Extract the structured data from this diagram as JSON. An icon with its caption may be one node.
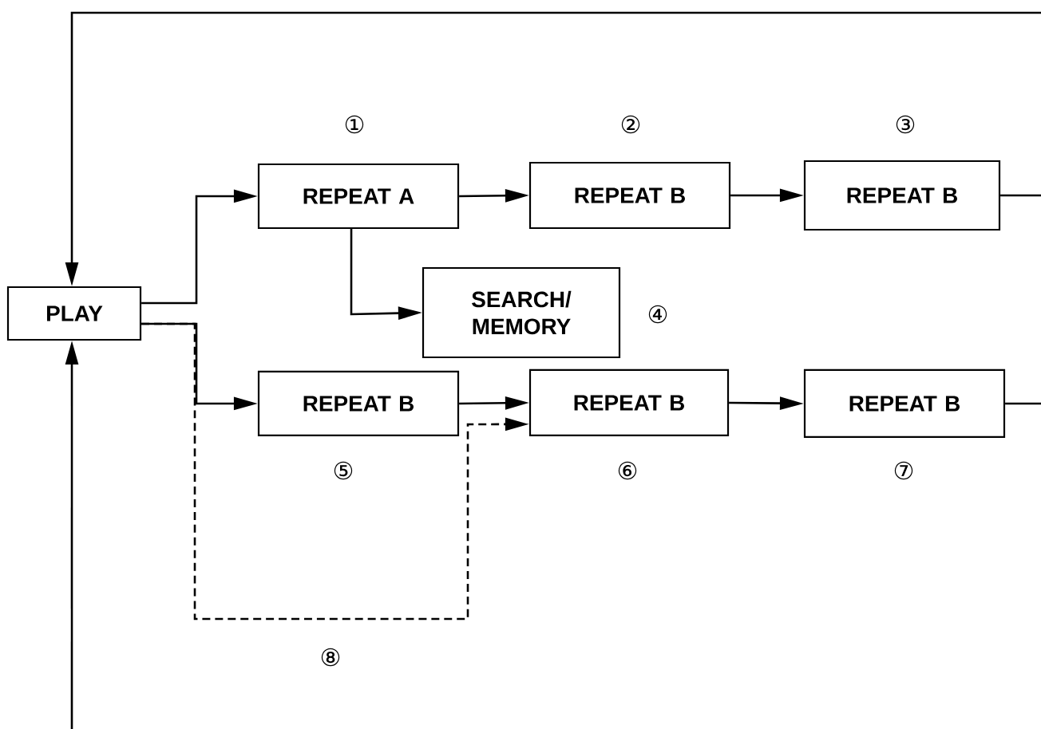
{
  "diagram": {
    "nodes": [
      {
        "text": [
          "PLAY"
        ]
      },
      {
        "text": [
          "REPEAT A"
        ],
        "beside": [
          "①"
        ]
      },
      {
        "text": [
          "REPEAT B"
        ],
        "beside": [
          "②"
        ]
      },
      {
        "text": [
          "REPEAT B"
        ],
        "beside": [
          "③"
        ]
      },
      {
        "text": [
          "SEARCH/ MEMORY"
        ],
        "beside": [
          "④"
        ]
      },
      {
        "text": [
          "REPEAT B"
        ],
        "beside": [
          "⑤"
        ]
      },
      {
        "text": [
          "REPEAT B"
        ],
        "beside": [
          "⑥"
        ]
      },
      {
        "text": [
          "REPEAT B"
        ],
        "beside": [
          "⑦"
        ]
      }
    ],
    "edges": [
      {
        "from": 0,
        "to": 1,
        "arrow": "to"
      },
      {
        "from": 1,
        "to": 2,
        "arrow": "to"
      },
      {
        "from": 2,
        "to": 3,
        "arrow": "to"
      },
      {
        "from": 1,
        "to": 4,
        "arrow": "to"
      },
      {
        "from": 0,
        "to": 5,
        "arrow": "to"
      },
      {
        "from": 5,
        "to": 6,
        "arrow": "to"
      },
      {
        "from": 6,
        "to": 7,
        "arrow": "to"
      },
      {
        "from": 0,
        "to": 6,
        "arrow": "to",
        "style": "dashed",
        "label": "⑧"
      },
      {
        "from": 3,
        "to": null,
        "arrow": "none"
      },
      {
        "from": 7,
        "to": null,
        "arrow": "none"
      },
      {
        "from": null,
        "to": 0,
        "arrow": "to"
      },
      {
        "from": null,
        "to": 0,
        "arrow": "to"
      }
    ]
  }
}
